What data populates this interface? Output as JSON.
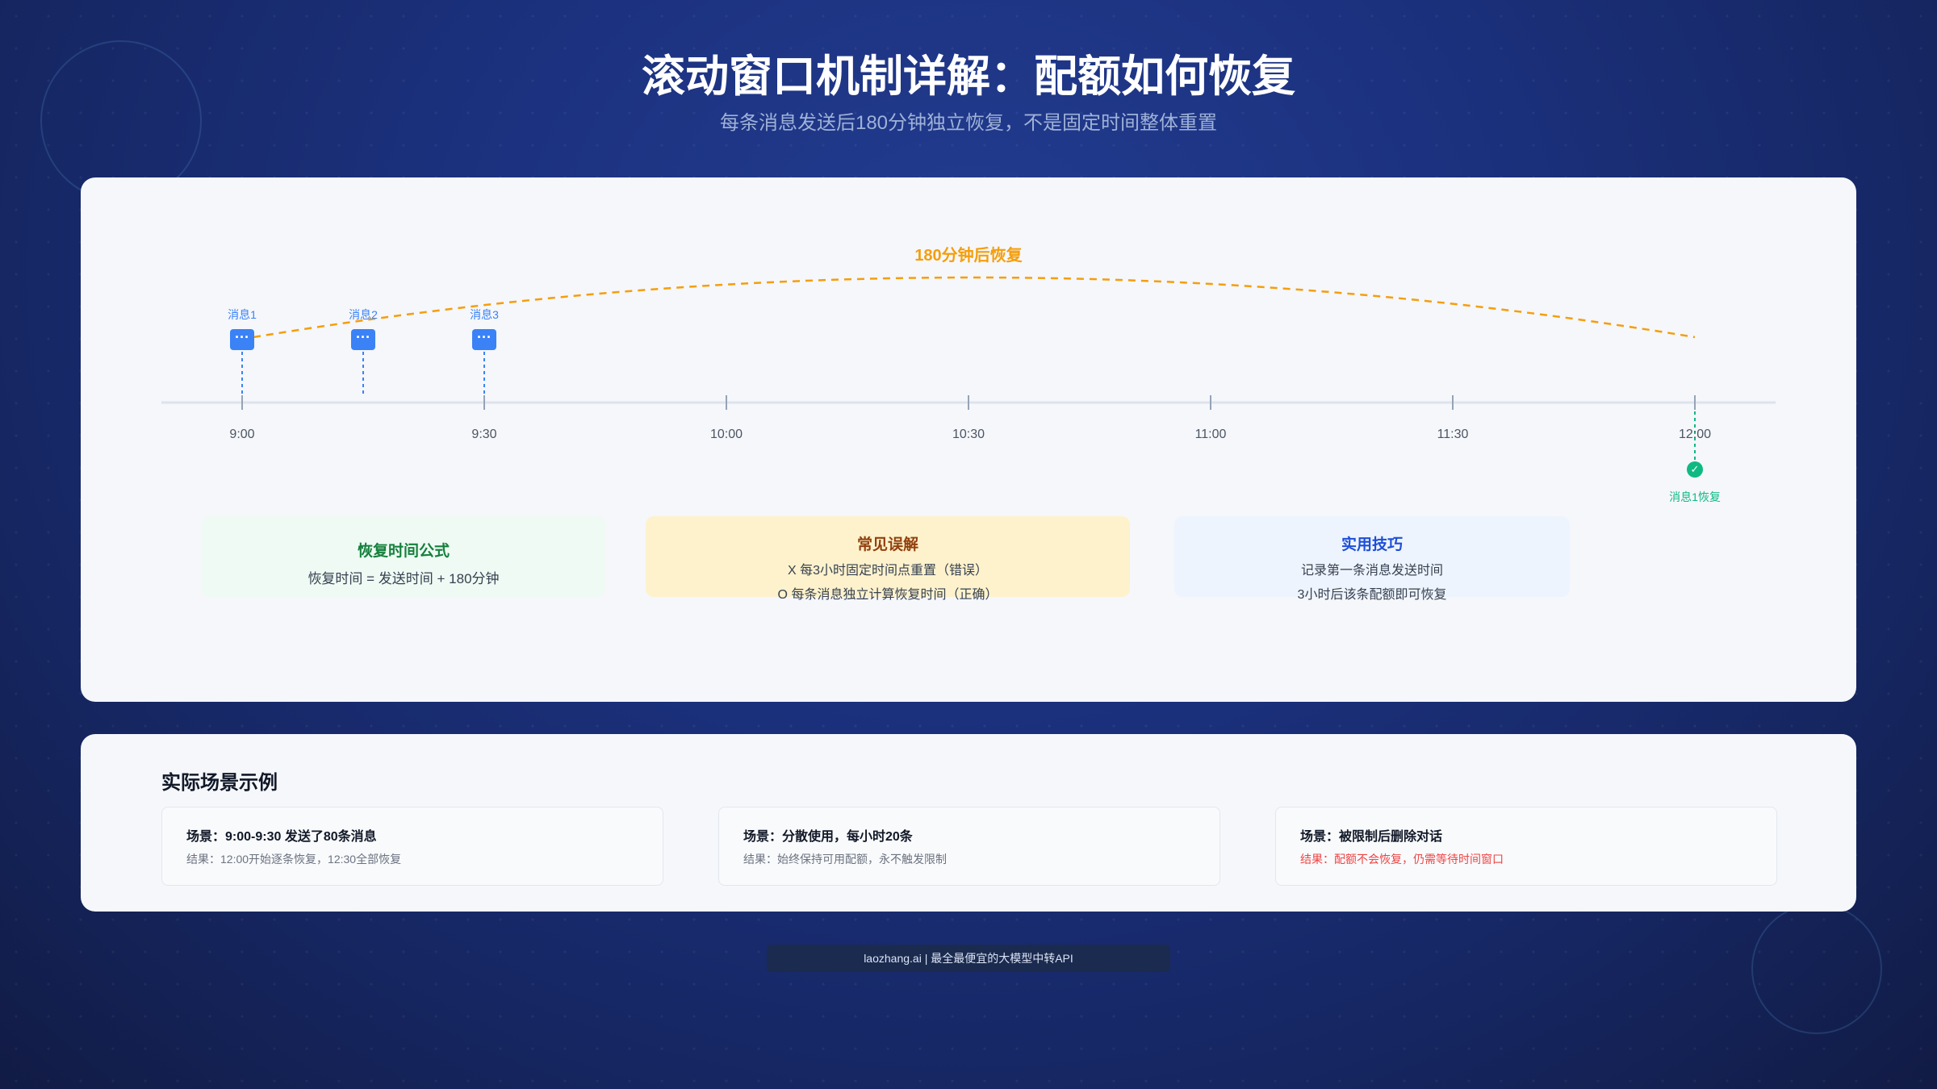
{
  "header": {
    "title": "滚动窗口机制详解：配额如何恢复",
    "subtitle": "每条消息发送后180分钟独立恢复，不是固定时间整体重置"
  },
  "timeline": {
    "ticks": [
      "9:00",
      "9:30",
      "10:00",
      "10:30",
      "11:00",
      "11:30",
      "12:00"
    ],
    "messages": [
      "消息1",
      "消息2",
      "消息3"
    ],
    "arc_label": "180分钟后恢复",
    "recover_label": "消息1恢复"
  },
  "boxes": {
    "formula": {
      "title": "恢复时间公式",
      "line1": "恢复时间 = 发送时间 + 180分钟"
    },
    "myth": {
      "title": "常见误解",
      "line1": "X 每3小时固定时间点重置（错误）",
      "line2": "O 每条消息独立计算恢复时间（正确）"
    },
    "tips": {
      "title": "实用技巧",
      "line1": "记录第一条消息发送时间",
      "line2": "3小时后该条配额即可恢复"
    }
  },
  "scenarios": {
    "title": "实际场景示例",
    "items": [
      {
        "title": "场景：9:00-9:30 发送了80条消息",
        "result": "结果：12:00开始逐条恢复，12:30全部恢复"
      },
      {
        "title": "场景：分散使用，每小时20条",
        "result": "结果：始终保持可用配额，永不触发限制"
      },
      {
        "title": "场景：被限制后删除对话",
        "result": "结果：配额不会恢复，仍需等待时间窗口"
      }
    ]
  },
  "footer": {
    "text": "laozhang.ai | 最全最便宜的大模型中转API"
  },
  "colors": {
    "accent_orange": "#f59e0b",
    "message_blue": "#3b82f6",
    "recover_green": "#10b981",
    "warn_red": "#ef4444"
  },
  "icons": {
    "message": "chat-bubble-icon",
    "recovered": "check-circle-icon"
  }
}
